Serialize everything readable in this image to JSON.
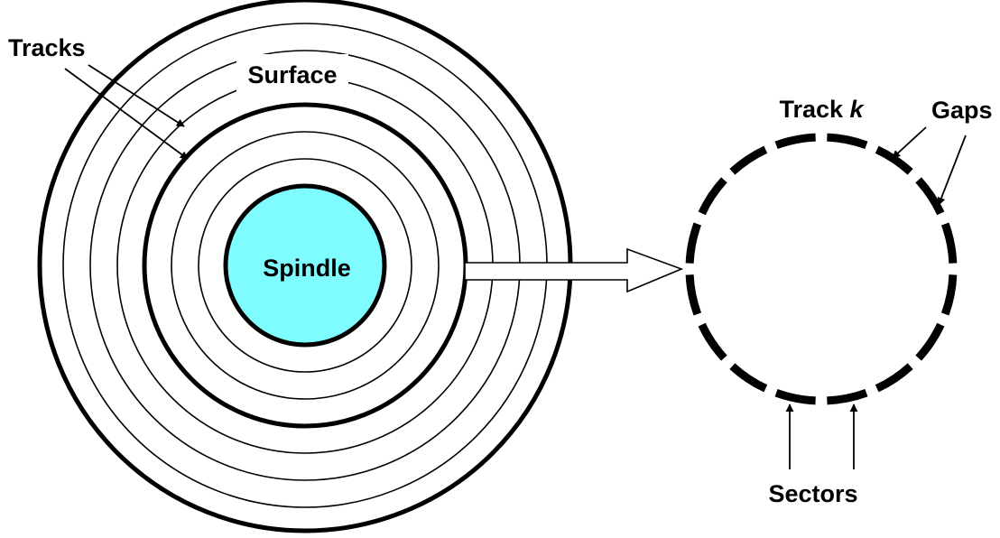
{
  "labels": {
    "tracks": "Tracks",
    "surface": "Surface",
    "spindle": "Spindle",
    "track_k": "Track ",
    "track_k_var": "k",
    "gaps": "Gaps",
    "sectors": "Sectors"
  },
  "colors": {
    "spindle_fill": "#7ffcff",
    "stroke": "#000000",
    "background": "#ffffff"
  },
  "track_detail": {
    "sector_count": 16
  }
}
